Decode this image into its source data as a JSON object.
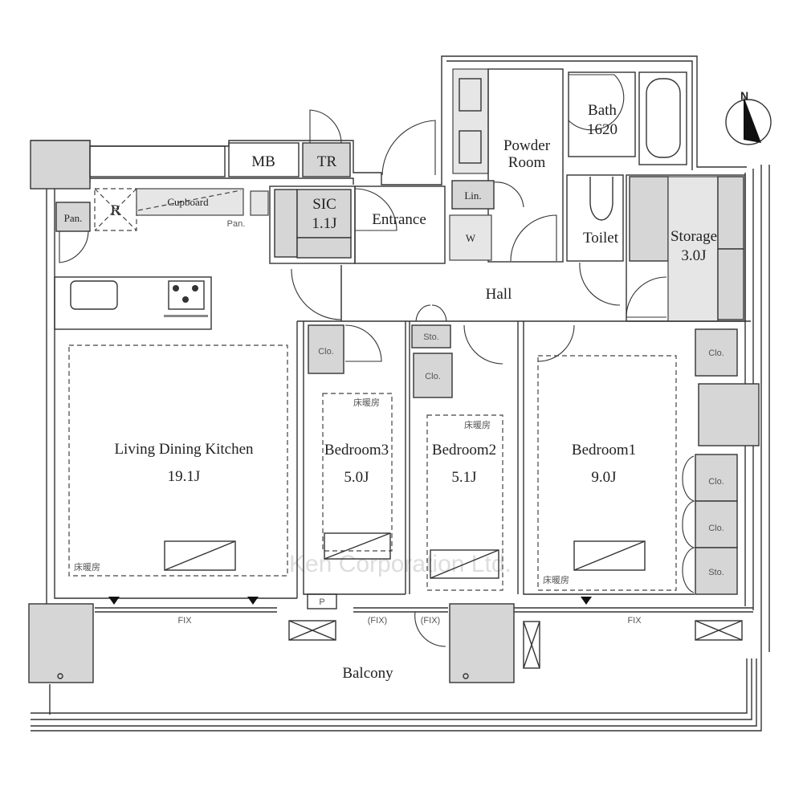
{
  "rooms": {
    "ldk": {
      "name": "Living Dining Kitchen",
      "size": "19.1J",
      "floor_heating": "床暖房"
    },
    "bedroom3": {
      "name": "Bedroom3",
      "size": "5.0J",
      "floor_heating": "床暖房"
    },
    "bedroom2": {
      "name": "Bedroom2",
      "size": "5.1J",
      "floor_heating": "床暖房"
    },
    "bedroom1": {
      "name": "Bedroom1",
      "size": "9.0J",
      "floor_heating": "床暖房"
    },
    "sic": {
      "name": "SIC",
      "size": "1.1J"
    },
    "storage": {
      "name": "Storage",
      "size": "3.0J"
    },
    "bath": {
      "name": "Bath",
      "size": "1620"
    },
    "powder": {
      "line1": "Powder",
      "line2": "Room"
    },
    "entrance": "Entrance",
    "hall": "Hall",
    "toilet": "Toilet",
    "balcony": "Balcony"
  },
  "fixtures": {
    "mb": "MB",
    "tr": "TR",
    "cupboard": "Cupboard",
    "refrigerator": "R",
    "pantry": "Pan.",
    "pantry2": "Pan.",
    "linen": "Lin.",
    "washer": "W",
    "closet": "Clo.",
    "storage_small": "Sto.",
    "pipe": "P",
    "fix": "FIX",
    "fix_paren": "(FIX)"
  },
  "compass": "N",
  "watermark": "Ken Corporation Ltd."
}
